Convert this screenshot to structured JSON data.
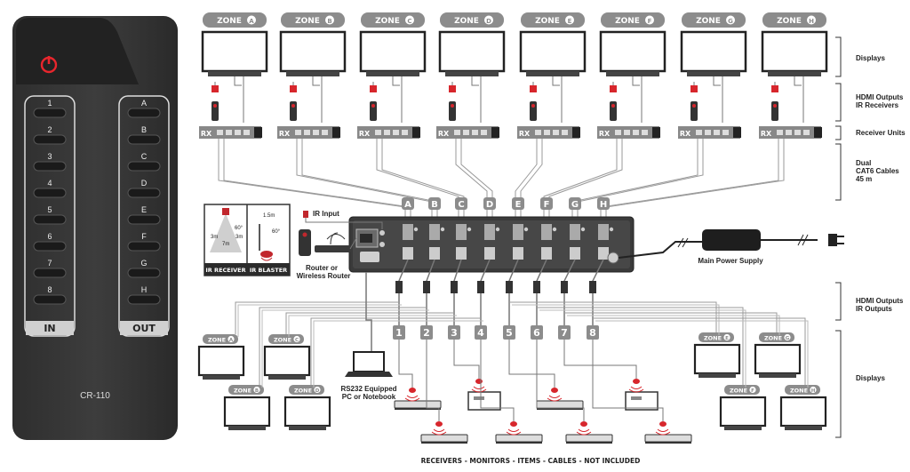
{
  "remote": {
    "model": "CR-110",
    "in_label": "IN",
    "out_label": "OUT",
    "in_buttons": [
      "1",
      "2",
      "3",
      "4",
      "5",
      "6",
      "7",
      "8"
    ],
    "out_buttons": [
      "A",
      "B",
      "C",
      "D",
      "E",
      "F",
      "G",
      "H"
    ],
    "power_color": "#e8262d"
  },
  "top_zones": [
    "A",
    "B",
    "C",
    "D",
    "E",
    "F",
    "G",
    "H"
  ],
  "zone_prefix": "ZONE",
  "rx_label": "RX",
  "right_labels": {
    "displays_top": "Displays",
    "hdmi_outputs": "HDMI Outputs",
    "ir_receivers": "IR Receivers",
    "receiver_units": "Receiver Units",
    "dual": "Dual",
    "cat6": "CAT6 Cables",
    "length": "45 m",
    "hdmi_outputs_2": "HDMI Outputs",
    "ir_outputs": "IR Outputs",
    "displays_bottom": "Displays"
  },
  "ir_panel": {
    "receiver_label": "IR RECEIVER",
    "blaster_label": "IR BLASTER",
    "d3m_left": "3m",
    "d3m_right": "3m",
    "d7m": "7m",
    "deg60": "60°",
    "d15m": "1.5m",
    "deg60b": "60°"
  },
  "ir_input": "IR Input",
  "router_1": "Router or",
  "router_2": "Wireless Router",
  "power_supply": "Main Power Supply",
  "output_letters": [
    "A",
    "B",
    "C",
    "D",
    "E",
    "F",
    "G",
    "H"
  ],
  "input_numbers": [
    "1",
    "2",
    "3",
    "4",
    "5",
    "6",
    "7",
    "8"
  ],
  "bottom_zones_row1": [
    "A",
    "C",
    "E",
    "G"
  ],
  "bottom_zones_row2": [
    "B",
    "D",
    "F",
    "H"
  ],
  "rs232_1": "RS232 Equipped",
  "rs232_2": "PC or Notebook",
  "footer": "RECEIVERS - MONITORS - ITEMS - CABLES - NOT INCLUDED",
  "colors": {
    "gray_tag": "#8c8c8c",
    "dark": "#2b2b2b",
    "red": "#d7262c"
  }
}
